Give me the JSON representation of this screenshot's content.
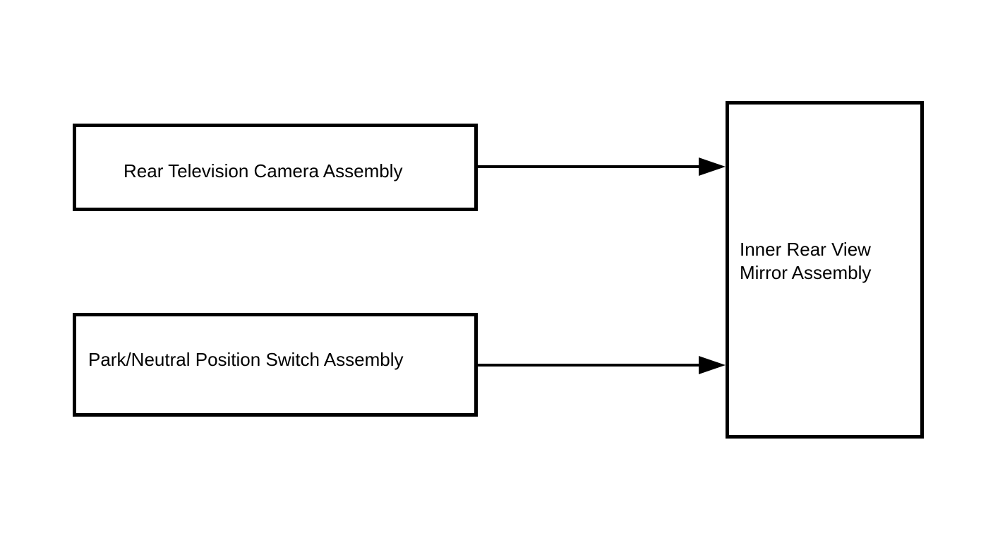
{
  "diagram": {
    "type": "block-diagram",
    "colors": {
      "background": "#ffffff",
      "node_fill": "#ffffff",
      "node_border": "#000000",
      "arrow": "#000000",
      "text": "#000000"
    },
    "nodes": {
      "camera": {
        "label": "Rear Television Camera Assembly"
      },
      "switch": {
        "label": "Park/Neutral Position Switch Assembly"
      },
      "mirror": {
        "label": "Inner Rear View Mirror Assembly",
        "line1": "Inner Rear View",
        "line2": "Mirror Assembly"
      }
    },
    "edges": [
      {
        "from": "Rear Television Camera Assembly",
        "to": "Inner Rear View Mirror Assembly",
        "style": "solid",
        "arrowhead": "filled-triangle-right"
      },
      {
        "from": "Park/Neutral Position Switch Assembly",
        "to": "Inner Rear View Mirror Assembly",
        "style": "solid",
        "arrowhead": "filled-triangle-right"
      }
    ]
  }
}
